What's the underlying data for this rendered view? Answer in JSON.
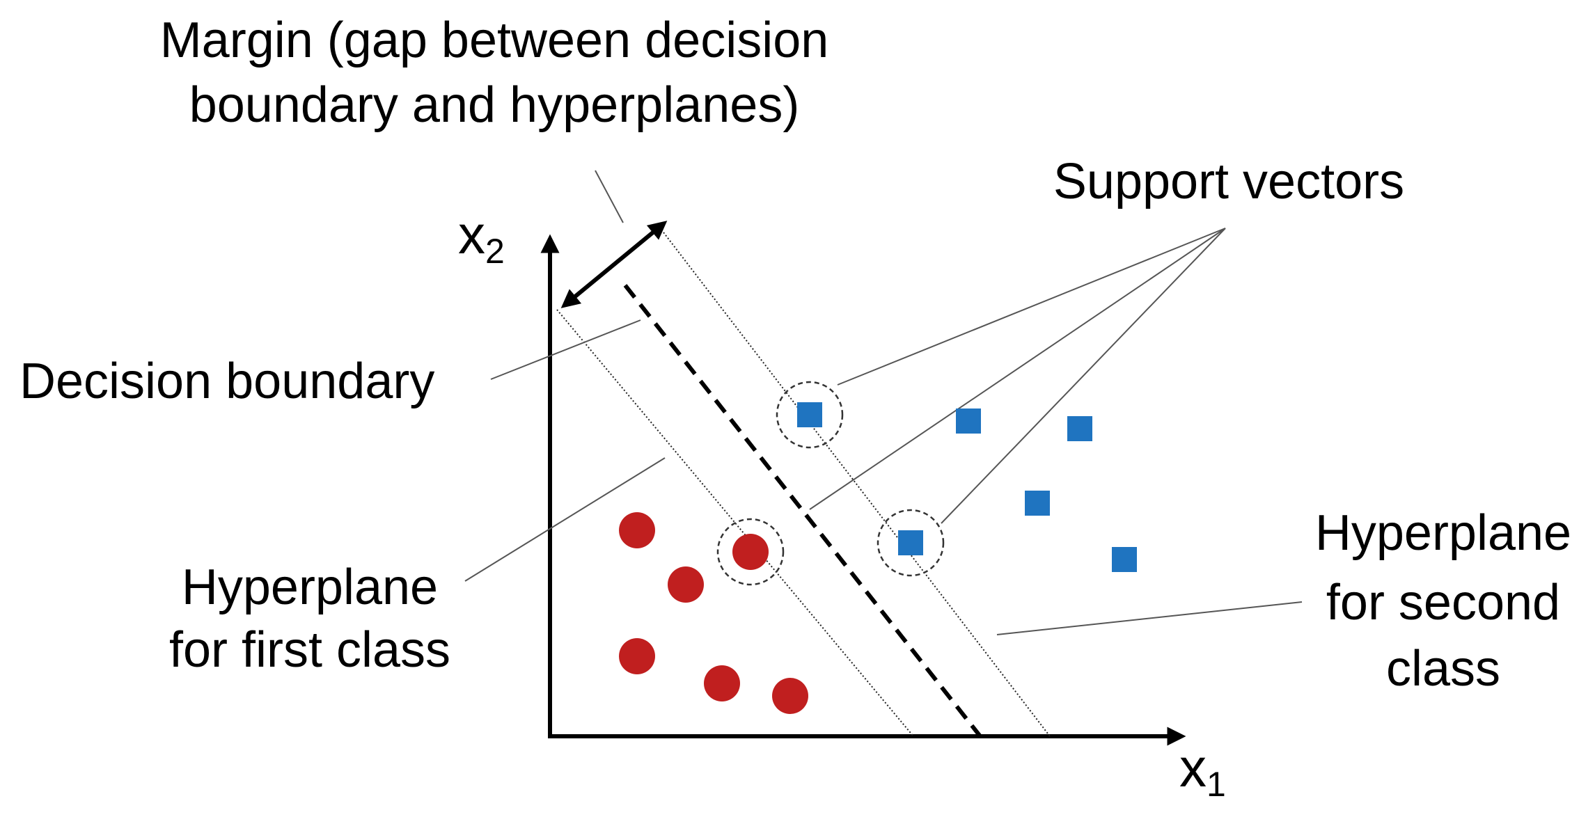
{
  "labels": {
    "margin_line1": "Margin (gap between decision",
    "margin_line2": "boundary and hyperplanes)",
    "support_vectors": "Support vectors",
    "decision_boundary": "Decision boundary",
    "hyperplane_first_line1": "Hyperplane",
    "hyperplane_first_line2": "for first class",
    "hyperplane_second_line1": "Hyperplane",
    "hyperplane_second_line2": "for second",
    "hyperplane_second_line3": "class"
  },
  "axes": {
    "x_letter": "x",
    "x_sub": "1",
    "y_letter": "x",
    "y_sub": "2"
  },
  "colors": {
    "first_class": "#c01f1f",
    "second_class": "#1f74c0"
  },
  "marker_shapes": {
    "first_class": "circle",
    "second_class": "square"
  }
}
